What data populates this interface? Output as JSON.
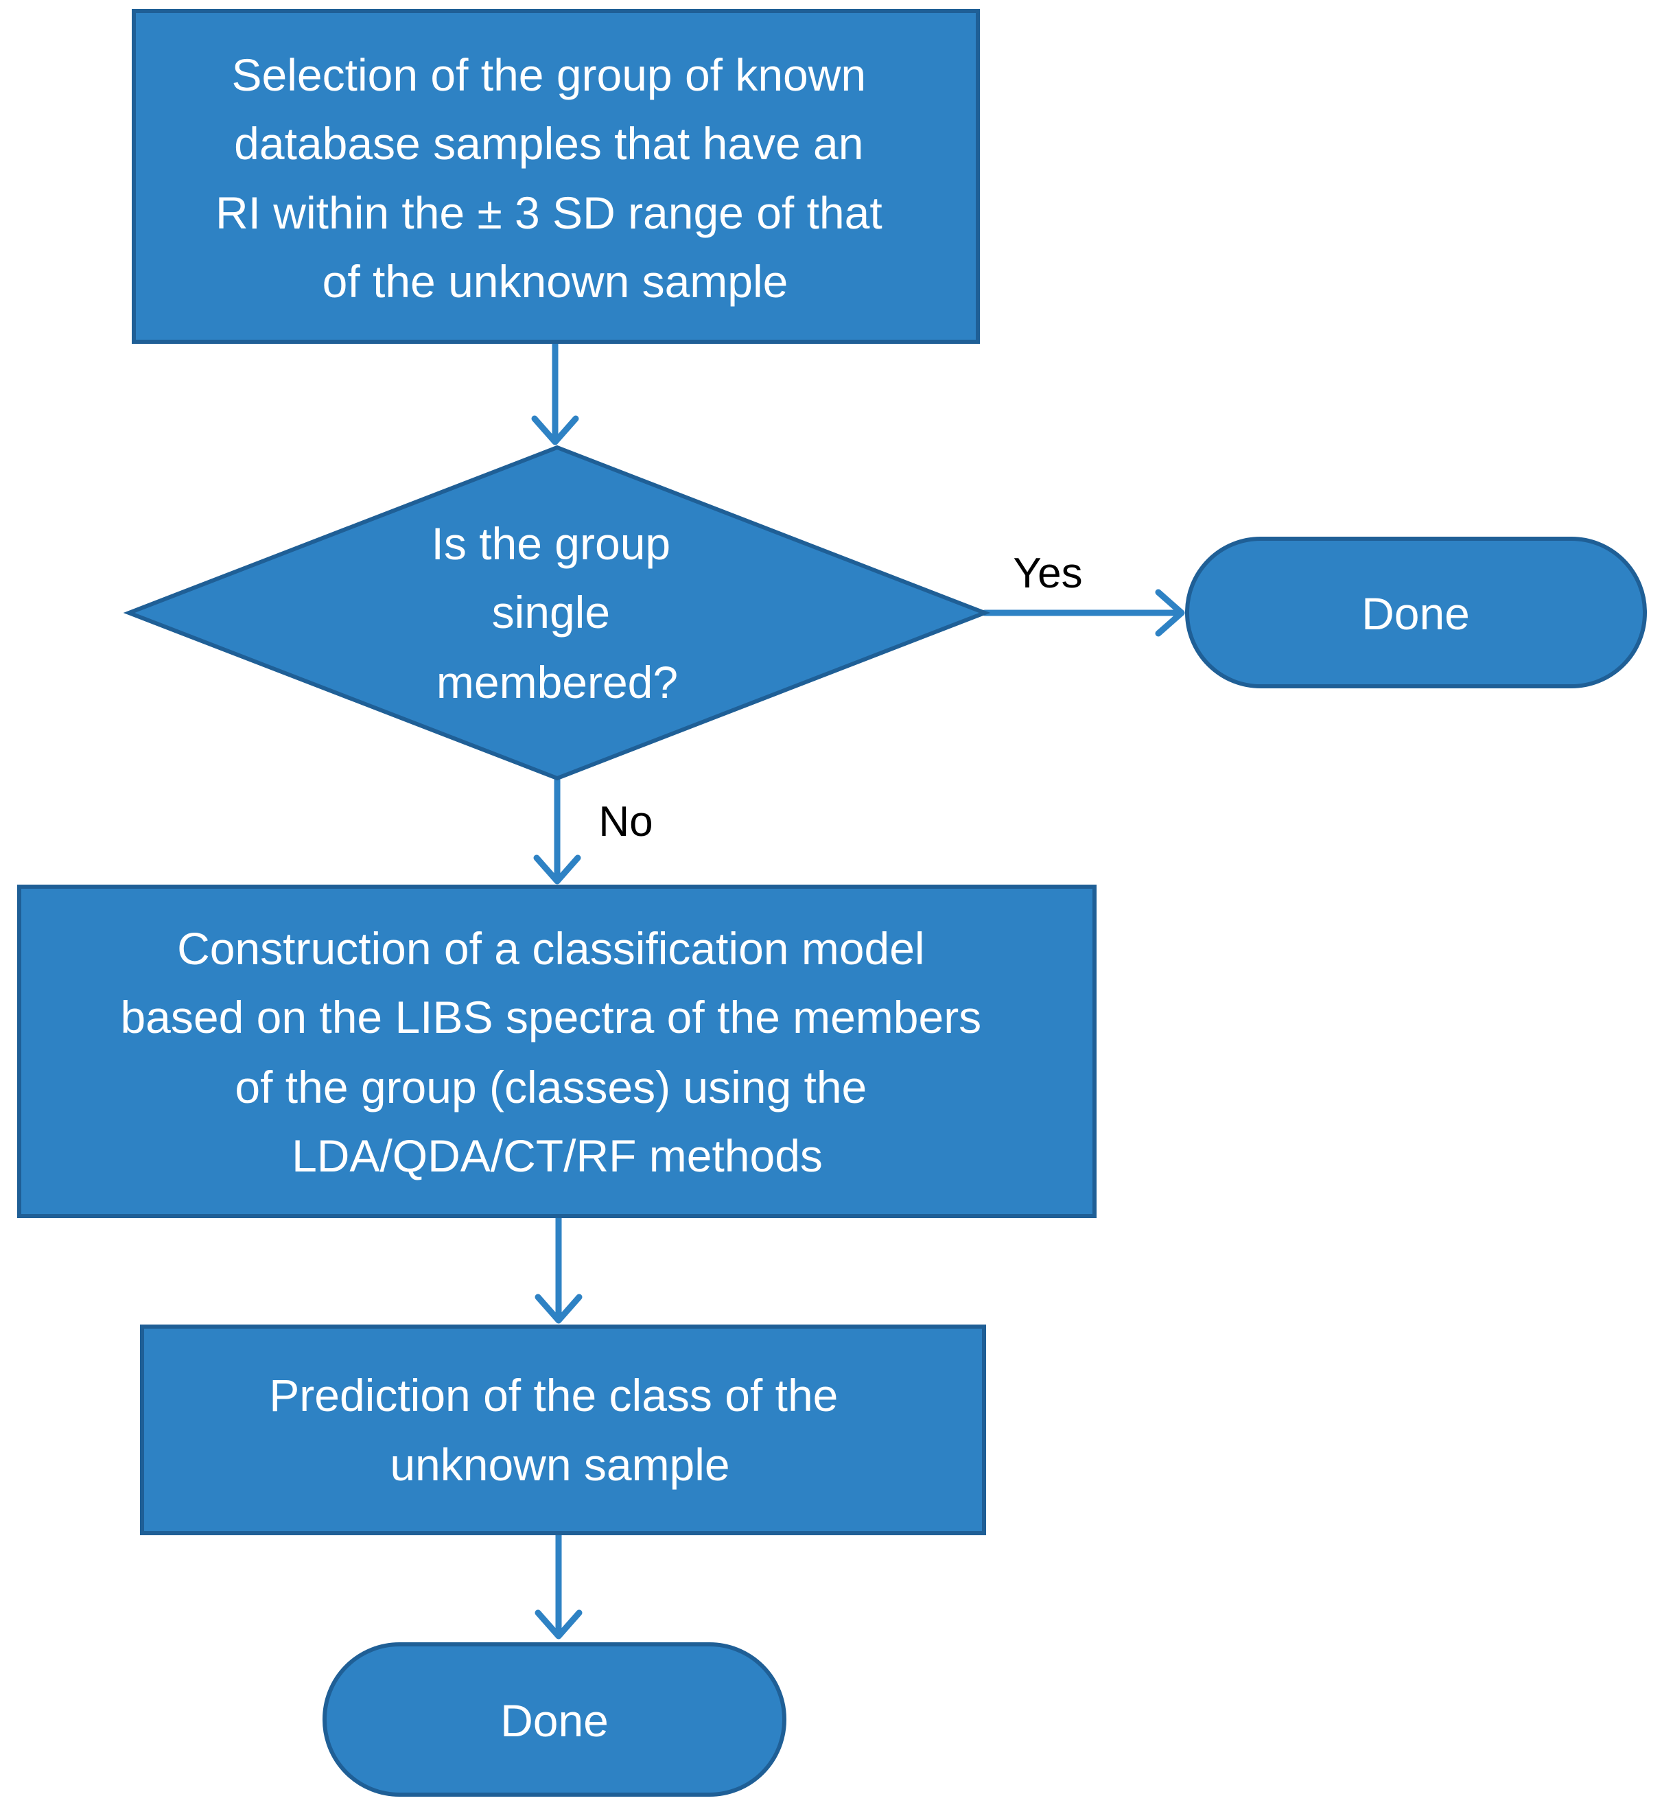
{
  "colors": {
    "node_fill": "#2e82c4",
    "node_stroke": "#1f5f96",
    "arrow": "#2e82c4",
    "node_text": "#ffffff",
    "edge_text": "#000000"
  },
  "nodes": {
    "selection": {
      "shape": "rectangle",
      "lines": [
        "Selection of the group of known",
        "database samples that have an",
        "RI within the ± 3 SD range of that",
        "of the unknown sample"
      ]
    },
    "decision": {
      "shape": "diamond",
      "lines": [
        "Is the group",
        "single",
        "membered?"
      ]
    },
    "done_yes": {
      "shape": "terminator",
      "lines": [
        "Done"
      ]
    },
    "construction": {
      "shape": "rectangle",
      "lines": [
        "Construction of a classification model",
        "based on the LIBS spectra of the members",
        "of the group (classes) using the",
        "LDA/QDA/CT/RF methods"
      ]
    },
    "prediction": {
      "shape": "rectangle",
      "lines": [
        "Prediction of the class of the",
        "unknown sample"
      ]
    },
    "done_final": {
      "shape": "terminator",
      "lines": [
        "Done"
      ]
    }
  },
  "edges": {
    "yes_label": "Yes",
    "no_label": "No"
  }
}
